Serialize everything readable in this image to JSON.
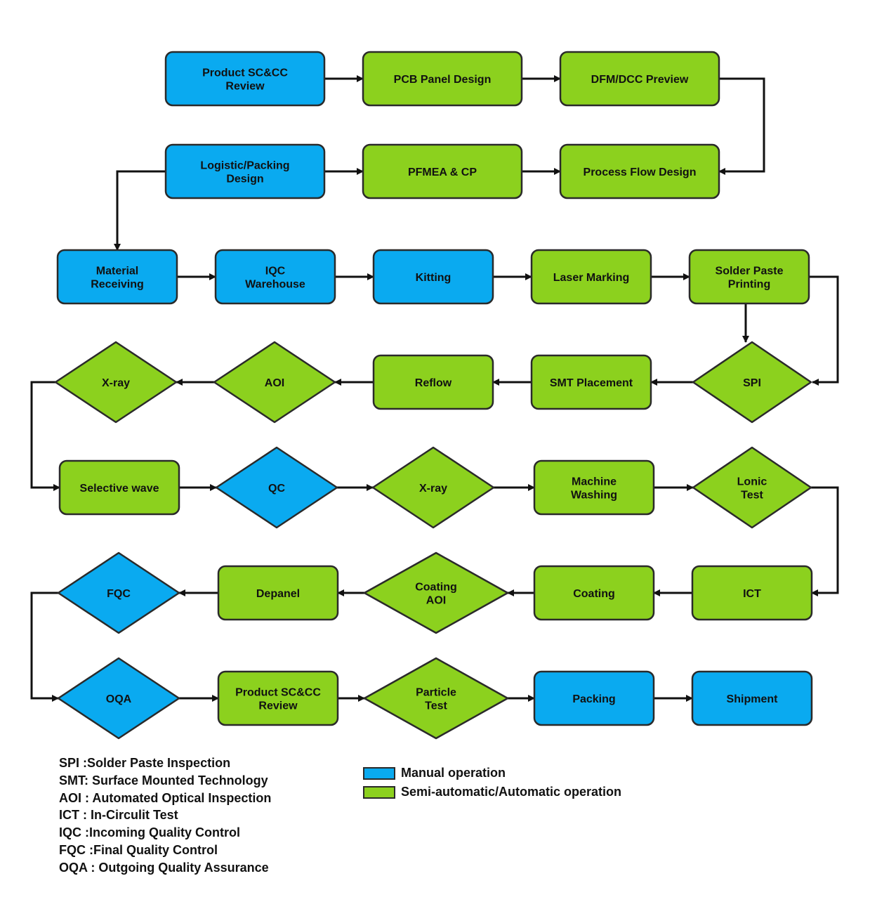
{
  "colors": {
    "manual": "#0aaaf0",
    "auto": "#8cd11e",
    "border": "#2a2a2a",
    "arrow": "#111111"
  },
  "nodes": [
    {
      "id": "product-review-1",
      "label": [
        "Product SC&CC",
        "Review"
      ],
      "shape": "rect",
      "kind": "manual"
    },
    {
      "id": "pcb-panel-design",
      "label": [
        "PCB Panel Design"
      ],
      "shape": "rect",
      "kind": "auto"
    },
    {
      "id": "dfm-dcc-preview",
      "label": [
        "DFM/DCC Preview"
      ],
      "shape": "rect",
      "kind": "auto"
    },
    {
      "id": "logistic-packing-design",
      "label": [
        "Logistic/Packing",
        "Design"
      ],
      "shape": "rect",
      "kind": "manual"
    },
    {
      "id": "pfmea-cp",
      "label": [
        "PFMEA & CP"
      ],
      "shape": "rect",
      "kind": "auto"
    },
    {
      "id": "process-flow-design",
      "label": [
        "Process Flow Design"
      ],
      "shape": "rect",
      "kind": "auto"
    },
    {
      "id": "material-receiving",
      "label": [
        "Material",
        "Receiving"
      ],
      "shape": "rect",
      "kind": "manual"
    },
    {
      "id": "iqc-warehouse",
      "label": [
        "IQC",
        "Warehouse"
      ],
      "shape": "rect",
      "kind": "manual"
    },
    {
      "id": "kitting",
      "label": [
        "Kitting"
      ],
      "shape": "rect",
      "kind": "manual"
    },
    {
      "id": "laser-marking",
      "label": [
        "Laser Marking"
      ],
      "shape": "rect",
      "kind": "auto"
    },
    {
      "id": "solder-paste-printing",
      "label": [
        "Solder Paste",
        "Printing"
      ],
      "shape": "rect",
      "kind": "auto"
    },
    {
      "id": "x-ray-1",
      "label": [
        "X-ray"
      ],
      "shape": "diamond",
      "kind": "auto"
    },
    {
      "id": "aoi",
      "label": [
        "AOI"
      ],
      "shape": "diamond",
      "kind": "auto"
    },
    {
      "id": "reflow",
      "label": [
        "Reflow"
      ],
      "shape": "rect",
      "kind": "auto"
    },
    {
      "id": "smt-placement",
      "label": [
        "SMT Placement"
      ],
      "shape": "rect",
      "kind": "auto"
    },
    {
      "id": "spi",
      "label": [
        "SPI"
      ],
      "shape": "diamond",
      "kind": "auto"
    },
    {
      "id": "selective-wave",
      "label": [
        "Selective wave"
      ],
      "shape": "rect",
      "kind": "auto"
    },
    {
      "id": "qc",
      "label": [
        "QC"
      ],
      "shape": "diamond",
      "kind": "manual"
    },
    {
      "id": "x-ray-2",
      "label": [
        "X-ray"
      ],
      "shape": "diamond",
      "kind": "auto"
    },
    {
      "id": "machine-washing",
      "label": [
        "Machine",
        "Washing"
      ],
      "shape": "rect",
      "kind": "auto"
    },
    {
      "id": "lonic-test",
      "label": [
        "Lonic",
        "Test"
      ],
      "shape": "diamond",
      "kind": "auto"
    },
    {
      "id": "fqc",
      "label": [
        "FQC"
      ],
      "shape": "diamond",
      "kind": "manual"
    },
    {
      "id": "depanel",
      "label": [
        "Depanel"
      ],
      "shape": "rect",
      "kind": "auto"
    },
    {
      "id": "coating-aoi",
      "label": [
        "Coating",
        "AOI"
      ],
      "shape": "diamond",
      "kind": "auto"
    },
    {
      "id": "coating",
      "label": [
        "Coating"
      ],
      "shape": "rect",
      "kind": "auto"
    },
    {
      "id": "ict",
      "label": [
        "ICT"
      ],
      "shape": "rect",
      "kind": "auto"
    },
    {
      "id": "oqa",
      "label": [
        "OQA"
      ],
      "shape": "diamond",
      "kind": "manual"
    },
    {
      "id": "product-review-2",
      "label": [
        "Product SC&CC",
        "Review"
      ],
      "shape": "rect",
      "kind": "auto"
    },
    {
      "id": "particle-test",
      "label": [
        "Particle",
        "Test"
      ],
      "shape": "diamond",
      "kind": "auto"
    },
    {
      "id": "packing",
      "label": [
        "Packing"
      ],
      "shape": "rect",
      "kind": "manual"
    },
    {
      "id": "shipment",
      "label": [
        "Shipment"
      ],
      "shape": "rect",
      "kind": "manual"
    }
  ],
  "edges": [
    [
      "product-review-1",
      "pcb-panel-design"
    ],
    [
      "pcb-panel-design",
      "dfm-dcc-preview"
    ],
    [
      "dfm-dcc-preview",
      "process-flow-design"
    ],
    [
      "logistic-packing-design",
      "pfmea-cp"
    ],
    [
      "pfmea-cp",
      "process-flow-design"
    ],
    [
      "logistic-packing-design",
      "material-receiving"
    ],
    [
      "material-receiving",
      "iqc-warehouse"
    ],
    [
      "iqc-warehouse",
      "kitting"
    ],
    [
      "kitting",
      "laser-marking"
    ],
    [
      "laser-marking",
      "solder-paste-printing"
    ],
    [
      "solder-paste-printing",
      "spi"
    ],
    [
      "spi",
      "smt-placement"
    ],
    [
      "smt-placement",
      "reflow"
    ],
    [
      "reflow",
      "aoi"
    ],
    [
      "aoi",
      "x-ray-1"
    ],
    [
      "x-ray-1",
      "selective-wave"
    ],
    [
      "selective-wave",
      "qc"
    ],
    [
      "qc",
      "x-ray-2"
    ],
    [
      "x-ray-2",
      "machine-washing"
    ],
    [
      "machine-washing",
      "lonic-test"
    ],
    [
      "lonic-test",
      "ict"
    ],
    [
      "ict",
      "coating"
    ],
    [
      "coating",
      "coating-aoi"
    ],
    [
      "coating-aoi",
      "depanel"
    ],
    [
      "depanel",
      "fqc"
    ],
    [
      "fqc",
      "oqa"
    ],
    [
      "oqa",
      "product-review-2"
    ],
    [
      "product-review-2",
      "particle-test"
    ],
    [
      "particle-test",
      "packing"
    ],
    [
      "packing",
      "shipment"
    ]
  ],
  "abbreviations": [
    "SPI :Solder Paste Inspection",
    "SMT: Surface Mounted Technology",
    "AOI : Automated Optical Inspection",
    "ICT : In-Circulit Test",
    "IQC :Incoming Quality Control",
    "FQC :Final Quality Control",
    "OQA : Outgoing Quality Assurance"
  ],
  "legend": {
    "manual_label": "Manual operation",
    "auto_label": "Semi-automatic/Automatic operation"
  }
}
